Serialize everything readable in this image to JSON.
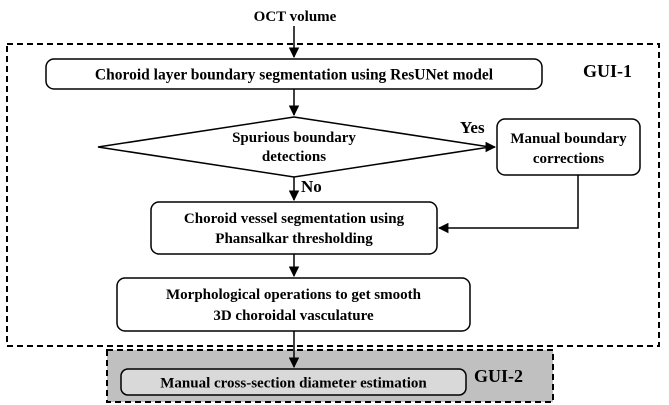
{
  "input_label": "OCT volume",
  "gui1_label": "GUI-1",
  "gui2_label": "GUI-2",
  "steps": {
    "segmentation": "Choroid layer boundary segmentation using ResUNet model",
    "decision_line1": "Spurious boundary",
    "decision_line2": "detections",
    "manual_line1": "Manual boundary",
    "manual_line2": "corrections",
    "vessel_line1": "Choroid vessel segmentation using",
    "vessel_line2": "Phansalkar thresholding",
    "morph_line1": "Morphological operations to get smooth",
    "morph_line2": "3D choroidal vasculature",
    "diameter": "Manual cross-section diameter estimation"
  },
  "branches": {
    "yes": "Yes",
    "no": "No"
  },
  "colors": {
    "ink": "#000000",
    "gui2_fill": "#c0c0c0",
    "gui2_box_fill": "#d9d9d9"
  }
}
